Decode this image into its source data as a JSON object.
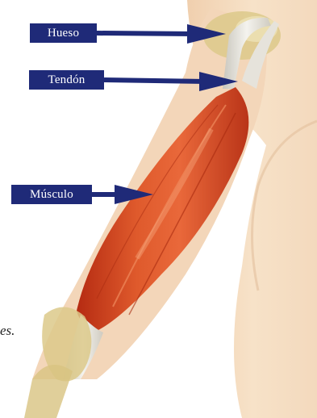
{
  "labels": {
    "hueso": "Hueso",
    "tendon": "Tendón",
    "musculo": "Músculo"
  },
  "caption_fragment": "es.",
  "colors": {
    "label_background": "#1f2a78",
    "label_text": "#ffffff",
    "arrow": "#1f2a78",
    "muscle": "#d5441f",
    "tendon": "#ecebe4",
    "bone": "#dcc98a",
    "skin": "#f5ddc0"
  }
}
